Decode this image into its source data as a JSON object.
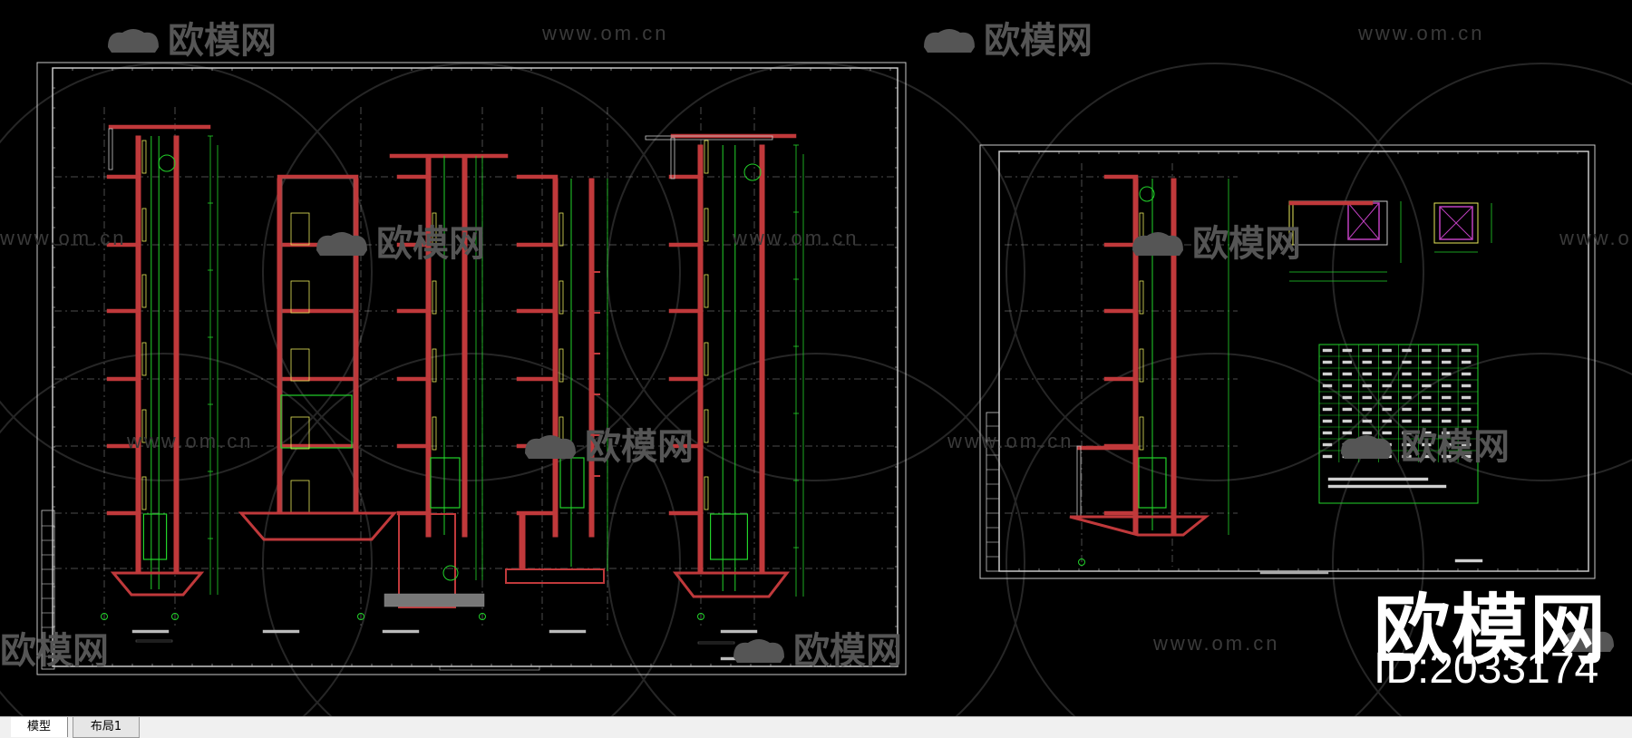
{
  "colors": {
    "background": "#000000",
    "wall": "#c0393b",
    "dim_line": "#22d32a",
    "frame": "#c8c8c8",
    "axis": "#9a9a9a",
    "door": "#e8e85a",
    "magenta": "#c040c0"
  },
  "watermarks": {
    "site": "www.om.cn",
    "logo": "欧模网"
  },
  "brand": {
    "name": "欧模网",
    "id": "ID:2033174"
  },
  "tabs": [
    {
      "label": "模型",
      "active": true
    },
    {
      "label": "布局1",
      "active": false
    }
  ]
}
